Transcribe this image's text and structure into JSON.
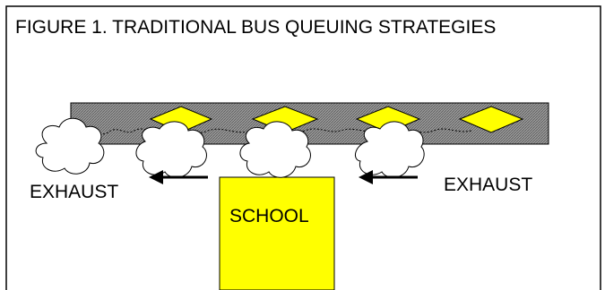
{
  "figure": {
    "title": "FIGURE 1. TRADITIONAL BUS QUEUING STRATEGIES"
  },
  "labels": {
    "exhaust_left": "EXHAUST",
    "exhaust_right": "EXHAUST",
    "school": "SCHOOL"
  },
  "buses": {
    "count": 4
  },
  "exhaust_clouds": {
    "count": 4
  },
  "arrows": {
    "count": 2,
    "direction": "left"
  },
  "colors": {
    "border": "#000000",
    "road_fill": "#8c8c8c",
    "bus_yellow": "#ffff00",
    "school_yellow": "#ffff00",
    "cloud_fill": "#ffffff",
    "text": "#000000"
  }
}
